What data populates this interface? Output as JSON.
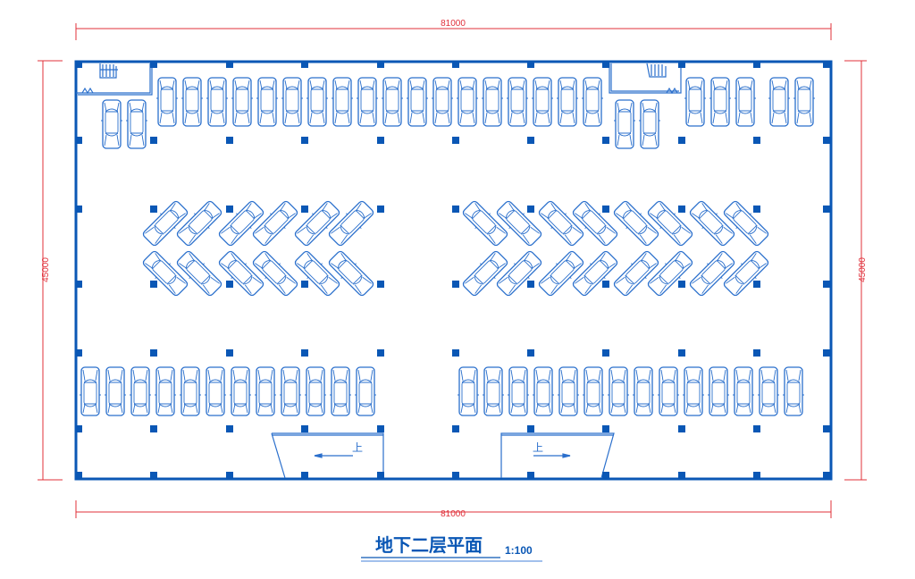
{
  "drawing": {
    "title": "地下二层平面",
    "scale": "1:100",
    "dimensions": {
      "top": "81000",
      "bottom": "81000",
      "left": "45000",
      "right": "45000"
    },
    "ramps": [
      {
        "label": "上",
        "direction": "left"
      },
      {
        "label": "上",
        "direction": "right"
      }
    ],
    "colors": {
      "structure": "#0a57b5",
      "cars": "#2a6fcc",
      "dimension": "#e0303a"
    }
  }
}
